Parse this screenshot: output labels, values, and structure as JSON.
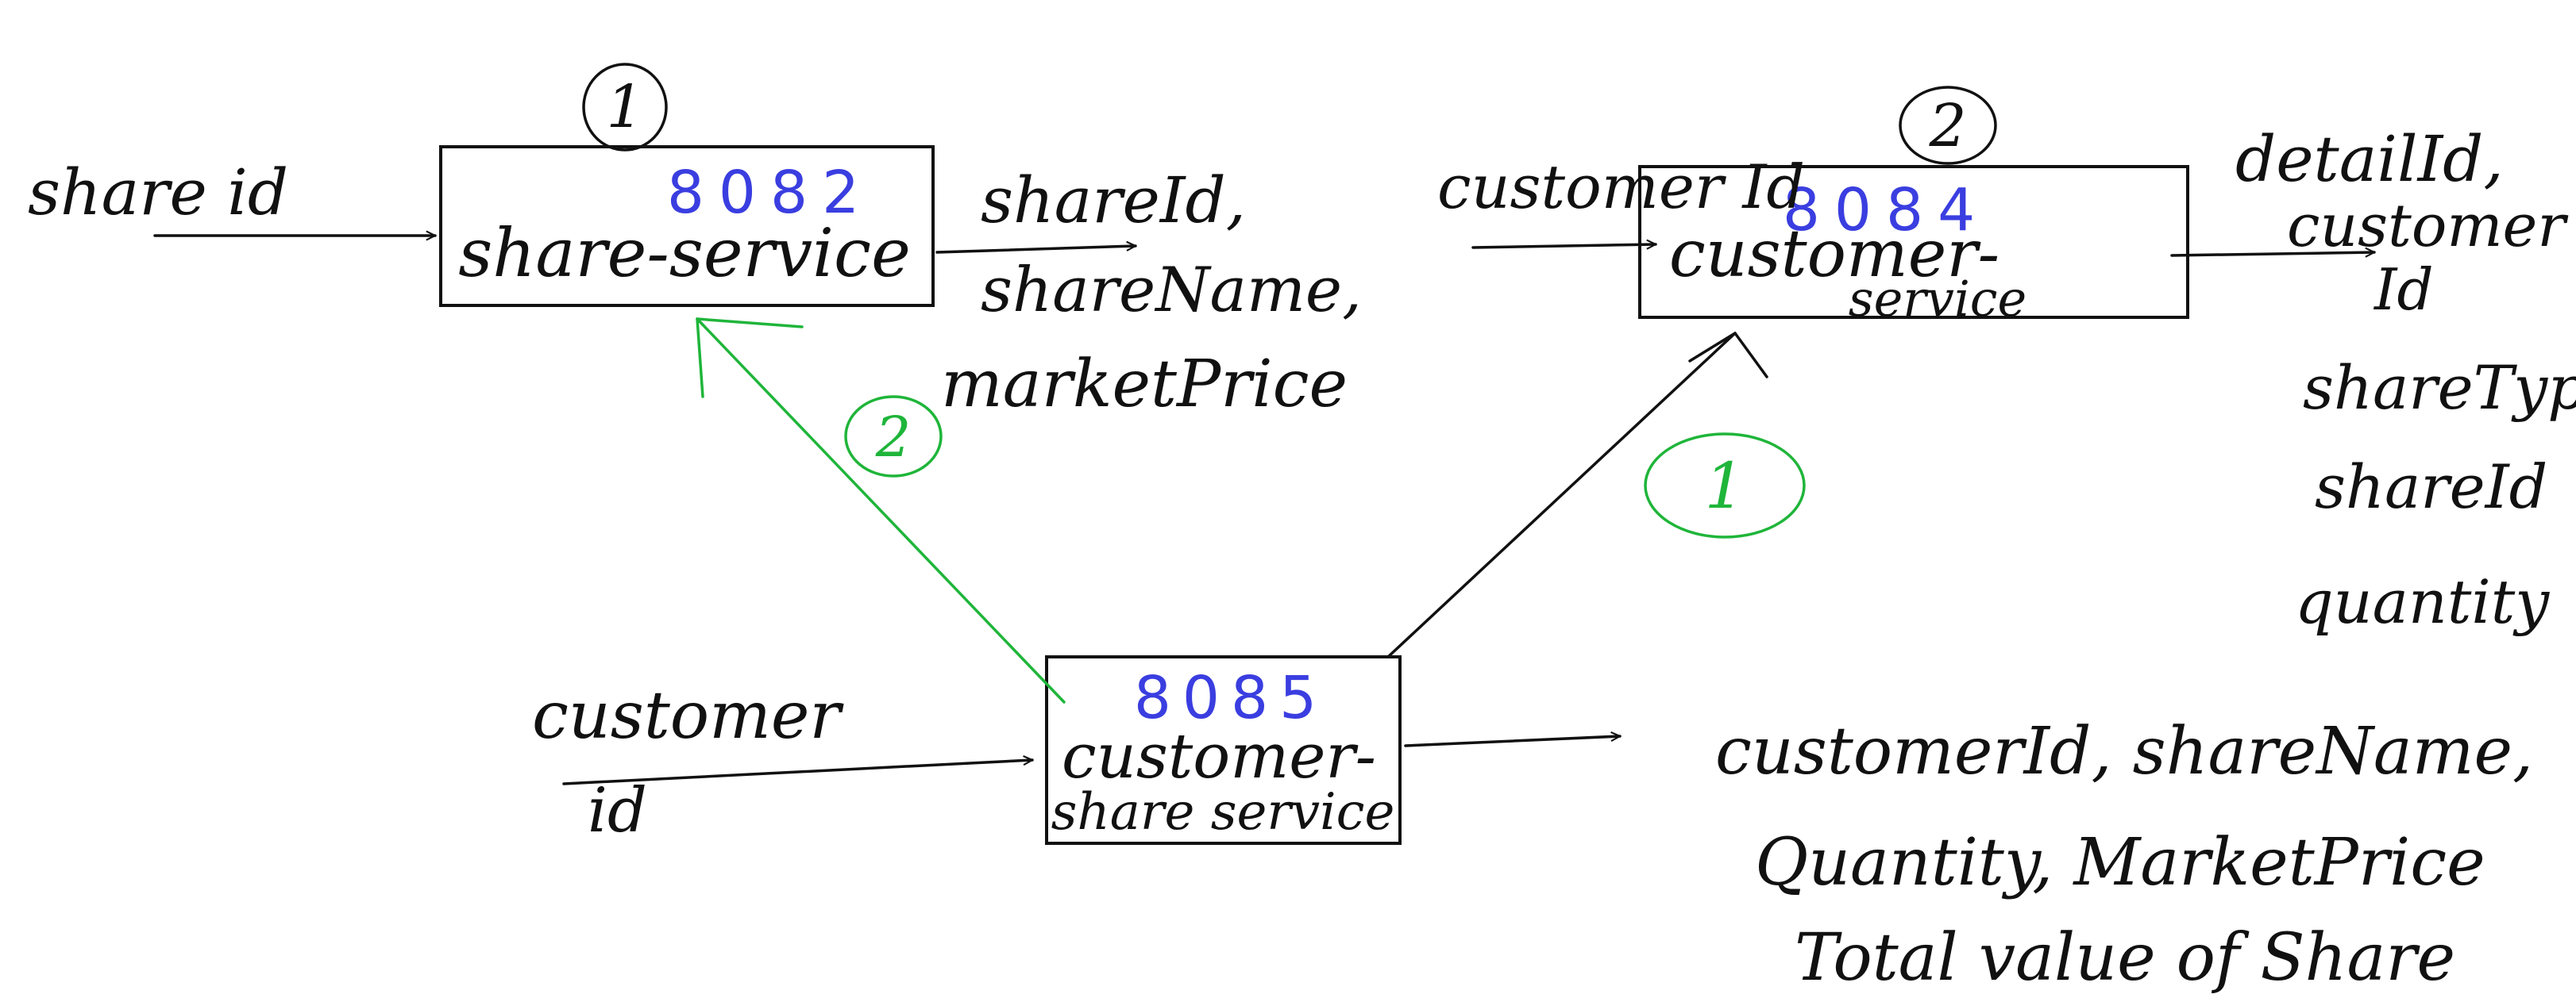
{
  "colors": {
    "ink": "#111111",
    "port": "#3a3ee0",
    "green": "#1fb53a"
  },
  "share_service": {
    "step": "1",
    "port": "8082",
    "name": "share-service",
    "input": "share id",
    "outputs": [
      "shareId,",
      "shareName,",
      "marketPrice"
    ]
  },
  "customer_service": {
    "step": "2",
    "port": "8084",
    "name_line1": "customer-",
    "name_line2": "service",
    "input": "customer Id",
    "outputs": [
      "detailId,",
      "customer",
      "Id",
      "shareType,",
      "shareId",
      "quantity"
    ]
  },
  "customer_share_service": {
    "port": "8085",
    "name_line1": "customer-",
    "name_line2": "share service",
    "input_line1": "customer",
    "input_line2": "id",
    "outputs": [
      "customerId, shareName,",
      "Quantity, MarketPrice",
      "Total value of Share"
    ]
  },
  "call_labels": {
    "to_customer_service": "1",
    "to_share_service": "2"
  }
}
